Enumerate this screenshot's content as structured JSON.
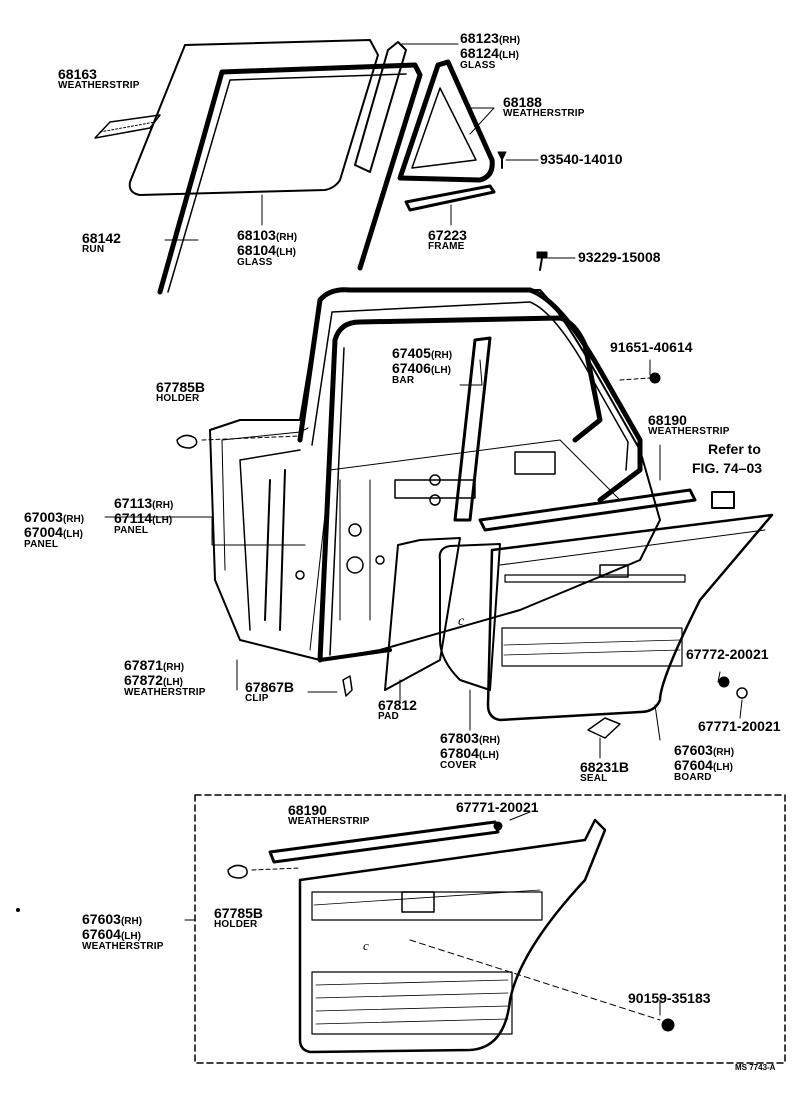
{
  "labels": {
    "p68163": {
      "num": "68163",
      "name": "WEATHERSTRIP"
    },
    "p68123": {
      "num": "68123",
      "side": "(RH)"
    },
    "p68124": {
      "num": "68124",
      "side": "(LH)",
      "name": "GLASS"
    },
    "p68188": {
      "num": "68188",
      "name": "WEATHERSTRIP"
    },
    "p93540": {
      "num": "93540-14010"
    },
    "p68142": {
      "num": "68142",
      "name": "RUN"
    },
    "p68103": {
      "num": "68103",
      "side": "(RH)"
    },
    "p68104": {
      "num": "68104",
      "side": "(LH)",
      "name": "GLASS"
    },
    "p67223": {
      "num": "67223",
      "name": "FRAME"
    },
    "p93229": {
      "num": "93229-15008"
    },
    "p67405": {
      "num": "67405",
      "side": "(RH)"
    },
    "p67406": {
      "num": "67406",
      "side": "(LH)",
      "name": "BAR"
    },
    "p91651": {
      "num": "91651-40614"
    },
    "p67785a": {
      "num": "67785B",
      "name": "HOLDER"
    },
    "p68190a": {
      "num": "68190",
      "name": "WEATHERSTRIP"
    },
    "ref_fig": {
      "line1": "Refer to",
      "line2": "FIG. 74–03"
    },
    "p67113": {
      "num": "67113",
      "side": "(RH)"
    },
    "p67114": {
      "num": "67114",
      "side": "(LH)",
      "name": "PANEL"
    },
    "p67003": {
      "num": "67003",
      "side": "(RH)"
    },
    "p67004": {
      "num": "67004",
      "side": "(LH)",
      "name": "PANEL"
    },
    "p67871": {
      "num": "67871",
      "side": "(RH)"
    },
    "p67872": {
      "num": "67872",
      "side": "(LH)",
      "name": "WEATHERSTRIP"
    },
    "p67867": {
      "num": "67867B",
      "name": "CLIP"
    },
    "p67812": {
      "num": "67812",
      "name": "PAD"
    },
    "p67803": {
      "num": "67803",
      "side": "(RH)"
    },
    "p67804": {
      "num": "67804",
      "side": "(LH)",
      "name": "COVER"
    },
    "p68231": {
      "num": "68231B",
      "name": "SEAL"
    },
    "p67772": {
      "num": "67772-20021"
    },
    "p67771a": {
      "num": "67771-20021"
    },
    "p67603a": {
      "num": "67603",
      "side": "(RH)"
    },
    "p67604a": {
      "num": "67604",
      "side": "(LH)",
      "name": "BOARD"
    },
    "p68190b": {
      "num": "68190",
      "name": "WEATHERSTRIP"
    },
    "p67771b": {
      "num": "67771-20021"
    },
    "p67785b": {
      "num": "67785B",
      "name": "HOLDER"
    },
    "p67603b": {
      "num": "67603",
      "side": "(RH)"
    },
    "p67604b": {
      "num": "67604",
      "side": "(LH)",
      "name": "WEATHERSTRIP"
    },
    "p90159": {
      "num": "90159-35183"
    },
    "code": "MS 7743-A"
  },
  "colors": {
    "ink": "#000000",
    "paper": "#ffffff"
  }
}
